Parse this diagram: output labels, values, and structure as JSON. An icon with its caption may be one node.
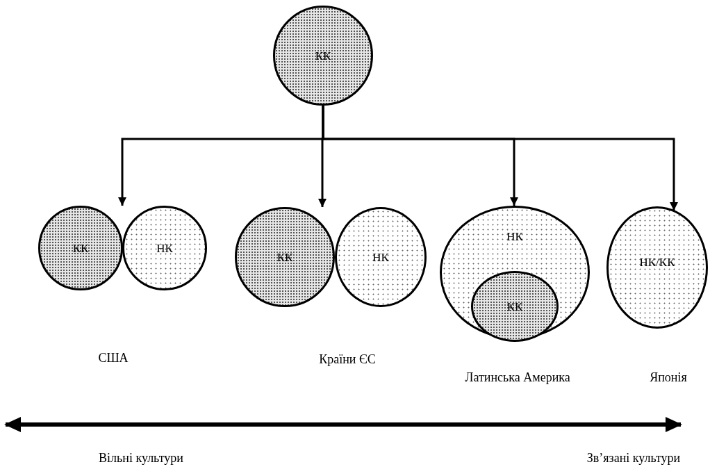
{
  "diagram": {
    "nodes": [
      {
        "text": [
          "КК"
        ]
      },
      {
        "text": [
          "КК"
        ]
      },
      {
        "text": [
          "НК"
        ]
      },
      {
        "text": [
          "КК"
        ]
      },
      {
        "text": [
          "НК"
        ]
      },
      {
        "text": [
          "НК"
        ]
      },
      {
        "text": [
          "КК"
        ],
        "in": 5
      },
      {
        "text": [
          "НК/КК"
        ]
      }
    ],
    "edges": [
      {
        "from": 0,
        "to": 1,
        "arrow": "to"
      },
      {
        "from": 0,
        "to": 3,
        "arrow": "to"
      },
      {
        "from": 0,
        "to": 5,
        "arrow": "to"
      },
      {
        "from": 0,
        "to": 7,
        "arrow": "to"
      }
    ],
    "labels": [
      "США",
      "Країни ЄС",
      "Латинська Америка",
      "Японія",
      "Вільні культури",
      "Зв’язані культури"
    ]
  }
}
